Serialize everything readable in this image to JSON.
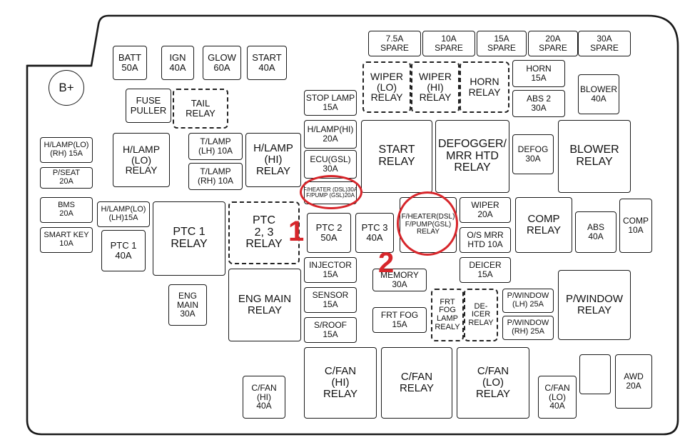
{
  "battery_terminal": "B+",
  "markers": [
    "1",
    "2"
  ],
  "highlight_color": "#d7262b",
  "components": [
    {
      "id": "batt-50a",
      "lines": [
        "BATT",
        "50A"
      ]
    },
    {
      "id": "ign-40a",
      "lines": [
        "IGN",
        "40A"
      ]
    },
    {
      "id": "glow-60a",
      "lines": [
        "GLOW",
        "60A"
      ]
    },
    {
      "id": "start-40a",
      "lines": [
        "START",
        "40A"
      ]
    },
    {
      "id": "fuse-puller",
      "lines": [
        "FUSE",
        "PULLER"
      ]
    },
    {
      "id": "tail-relay",
      "lines": [
        "TAIL",
        "RELAY"
      ]
    },
    {
      "id": "stop-lamp-15a",
      "lines": [
        "STOP LAMP",
        "15A"
      ]
    },
    {
      "id": "spare-7-5a",
      "lines": [
        "7.5A",
        "SPARE"
      ]
    },
    {
      "id": "spare-10a",
      "lines": [
        "10A",
        "SPARE"
      ]
    },
    {
      "id": "spare-15a",
      "lines": [
        "15A",
        "SPARE"
      ]
    },
    {
      "id": "spare-20a",
      "lines": [
        "20A",
        "SPARE"
      ]
    },
    {
      "id": "spare-30a",
      "lines": [
        "30A",
        "SPARE"
      ]
    },
    {
      "id": "wiper-lo-relay",
      "lines": [
        "WIPER",
        "(LO)",
        "RELAY"
      ]
    },
    {
      "id": "wiper-hi-relay",
      "lines": [
        "WIPER",
        "(HI)",
        "RELAY"
      ]
    },
    {
      "id": "horn-relay",
      "lines": [
        "HORN",
        "RELAY"
      ]
    },
    {
      "id": "horn-15a",
      "lines": [
        "HORN",
        "15A"
      ]
    },
    {
      "id": "abs2-30a",
      "lines": [
        "ABS 2",
        "30A"
      ]
    },
    {
      "id": "blower-40a",
      "lines": [
        "BLOWER",
        "40A"
      ]
    },
    {
      "id": "h-lamp-lo-rh-15a",
      "lines": [
        "H/LAMP(LO)",
        "(RH) 15A"
      ]
    },
    {
      "id": "p-seat-20a",
      "lines": [
        "P/SEAT",
        "20A"
      ]
    },
    {
      "id": "bms-20a",
      "lines": [
        "BMS",
        "20A"
      ]
    },
    {
      "id": "smart-key-10a",
      "lines": [
        "SMART KEY",
        "10A"
      ]
    },
    {
      "id": "h-lamp-lo-lh-15a",
      "lines": [
        "H/LAMP(LO)",
        "(LH)15A"
      ]
    },
    {
      "id": "h-lamp-lo-relay",
      "lines": [
        "H/LAMP",
        "(LO)",
        "RELAY"
      ]
    },
    {
      "id": "t-lamp-lh-10a",
      "lines": [
        "T/LAMP",
        "(LH) 10A"
      ]
    },
    {
      "id": "t-lamp-rh-10a",
      "lines": [
        "T/LAMP",
        "(RH) 10A"
      ]
    },
    {
      "id": "h-lamp-hi-relay",
      "lines": [
        "H/LAMP",
        "(HI)",
        "RELAY"
      ]
    },
    {
      "id": "h-lamp-hi-20a",
      "lines": [
        "H/LAMP(HI)",
        "20A"
      ]
    },
    {
      "id": "ecu-gsl-30a",
      "lines": [
        "ECU(GSL)",
        "30A"
      ]
    },
    {
      "id": "f-heater-f-pump-fuse",
      "lines": [
        "F/HEATER (DSL)30A",
        "F/PUMP (GSL)20A"
      ]
    },
    {
      "id": "start-relay",
      "lines": [
        "START",
        "RELAY"
      ]
    },
    {
      "id": "defogger-mrr-htd-relay",
      "lines": [
        "DEFOGGER/",
        "MRR HTD",
        "RELAY"
      ]
    },
    {
      "id": "defog-30a",
      "lines": [
        "DEFOG",
        "30A"
      ]
    },
    {
      "id": "blower-relay",
      "lines": [
        "BLOWER",
        "RELAY"
      ]
    },
    {
      "id": "ptc1-relay",
      "lines": [
        "PTC 1",
        "RELAY"
      ]
    },
    {
      "id": "ptc1-40a",
      "lines": [
        "PTC 1",
        "40A"
      ]
    },
    {
      "id": "ptc23-relay",
      "lines": [
        "PTC",
        "2, 3",
        "RELAY"
      ]
    },
    {
      "id": "ptc2-50a",
      "lines": [
        "PTC 2",
        "50A"
      ]
    },
    {
      "id": "ptc3-40a",
      "lines": [
        "PTC 3",
        "40A"
      ]
    },
    {
      "id": "f-heater-f-pump-relay",
      "lines": [
        "F/HEATER(DSL)",
        "F/PUMP(GSL)",
        "RELAY"
      ]
    },
    {
      "id": "wiper-20a",
      "lines": [
        "WIPER",
        "20A"
      ]
    },
    {
      "id": "os-mrr-htd-10a",
      "lines": [
        "O/S MRR",
        "HTD 10A"
      ]
    },
    {
      "id": "comp-relay",
      "lines": [
        "COMP",
        "RELAY"
      ]
    },
    {
      "id": "abs-40a",
      "lines": [
        "ABS",
        "40A"
      ]
    },
    {
      "id": "comp-10a",
      "lines": [
        "COMP",
        "10A"
      ]
    },
    {
      "id": "injector-15a",
      "lines": [
        "INJECTOR",
        "15A"
      ]
    },
    {
      "id": "memory-30a",
      "lines": [
        "MEMORY",
        "30A"
      ]
    },
    {
      "id": "deicer-15a",
      "lines": [
        "DEICER",
        "15A"
      ]
    },
    {
      "id": "eng-main-30a",
      "lines": [
        "ENG",
        "MAIN",
        "30A"
      ]
    },
    {
      "id": "eng-main-relay",
      "lines": [
        "ENG MAIN",
        "RELAY"
      ]
    },
    {
      "id": "sensor-15a",
      "lines": [
        "SENSOR",
        "15A"
      ]
    },
    {
      "id": "s-roof-15a",
      "lines": [
        "S/ROOF",
        "15A"
      ]
    },
    {
      "id": "frt-fog-15a",
      "lines": [
        "FRT FOG",
        "15A"
      ]
    },
    {
      "id": "frt-fog-lamp-relay",
      "lines": [
        "FRT",
        "FOG",
        "LAMP",
        "REALY"
      ]
    },
    {
      "id": "deicer-relay",
      "lines": [
        "DE-",
        "ICER",
        "RELAY"
      ]
    },
    {
      "id": "p-window-lh-25a",
      "lines": [
        "P/WINDOW",
        "(LH) 25A"
      ]
    },
    {
      "id": "p-window-rh-25a",
      "lines": [
        "P/WINDOW",
        "(RH) 25A"
      ]
    },
    {
      "id": "p-window-relay",
      "lines": [
        "P/WINDOW",
        "RELAY"
      ]
    },
    {
      "id": "c-fan-hi-relay",
      "lines": [
        "C/FAN",
        "(HI)",
        "RELAY"
      ]
    },
    {
      "id": "c-fan-relay",
      "lines": [
        "C/FAN",
        "RELAY"
      ]
    },
    {
      "id": "c-fan-lo-relay",
      "lines": [
        "C/FAN",
        "(LO)",
        "RELAY"
      ]
    },
    {
      "id": "c-fan-hi-40a",
      "lines": [
        "C/FAN",
        "(HI)",
        "40A"
      ]
    },
    {
      "id": "c-fan-lo-40a",
      "lines": [
        "C/FAN",
        "(LO)",
        "40A"
      ]
    },
    {
      "id": "empty-slot",
      "lines": []
    },
    {
      "id": "awd-20a",
      "lines": [
        "AWD",
        "20A"
      ]
    }
  ]
}
